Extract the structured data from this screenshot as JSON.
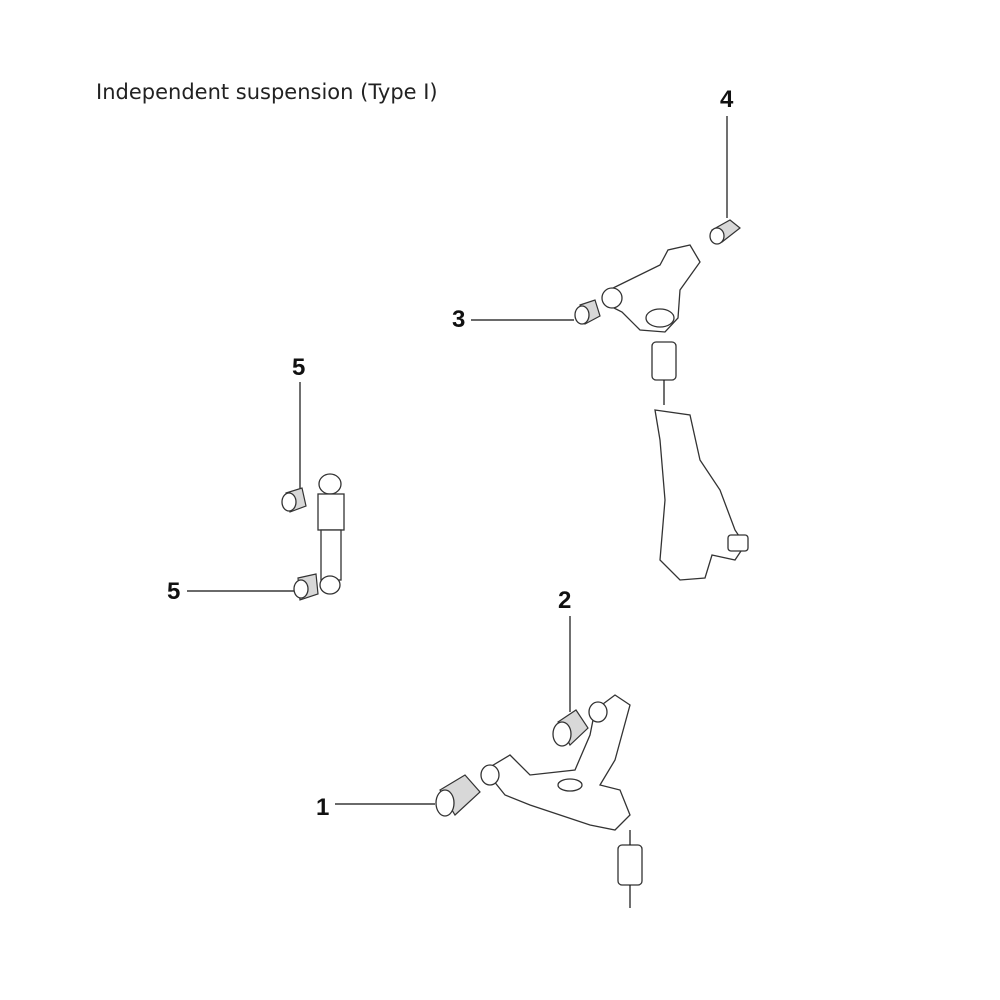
{
  "title": "Independent suspension (Type I)",
  "callouts": [
    {
      "label": "1",
      "part": "lower-arm-front-bushing"
    },
    {
      "label": "2",
      "part": "lower-arm-rear-bushing"
    },
    {
      "label": "3",
      "part": "upper-arm-front-bushing"
    },
    {
      "label": "4",
      "part": "upper-arm-rear-bushing"
    },
    {
      "label": "5",
      "part": "shock-absorber-upper-bushing"
    },
    {
      "label": "5",
      "part": "shock-absorber-lower-bushing"
    }
  ]
}
